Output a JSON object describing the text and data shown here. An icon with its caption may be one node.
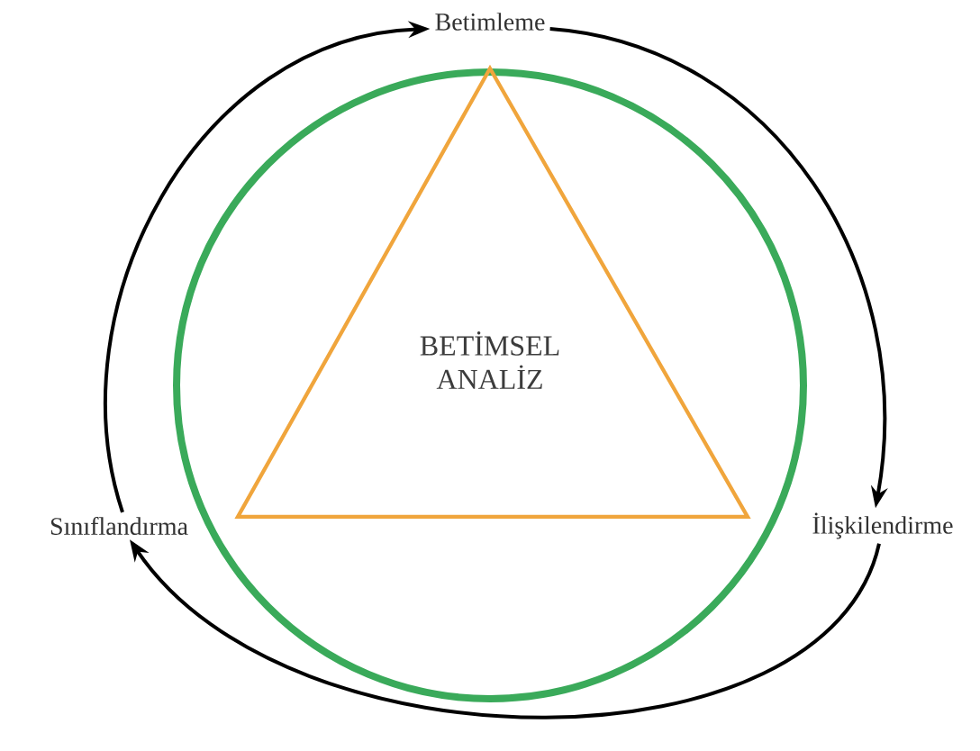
{
  "diagram": {
    "nodes": [
      {
        "text": [
          "BETİMSEL ANALİZ"
        ]
      },
      {
        "text": [
          "Betimleme"
        ]
      },
      {
        "text": [
          "İlişkilendirme"
        ]
      },
      {
        "text": [
          "Sınıflandırma"
        ]
      }
    ],
    "edges": [
      {
        "from": 1,
        "to": 2,
        "arrow": "to"
      },
      {
        "from": 2,
        "to": 3,
        "arrow": "to"
      },
      {
        "from": 3,
        "to": 1,
        "arrow": "to"
      }
    ]
  }
}
